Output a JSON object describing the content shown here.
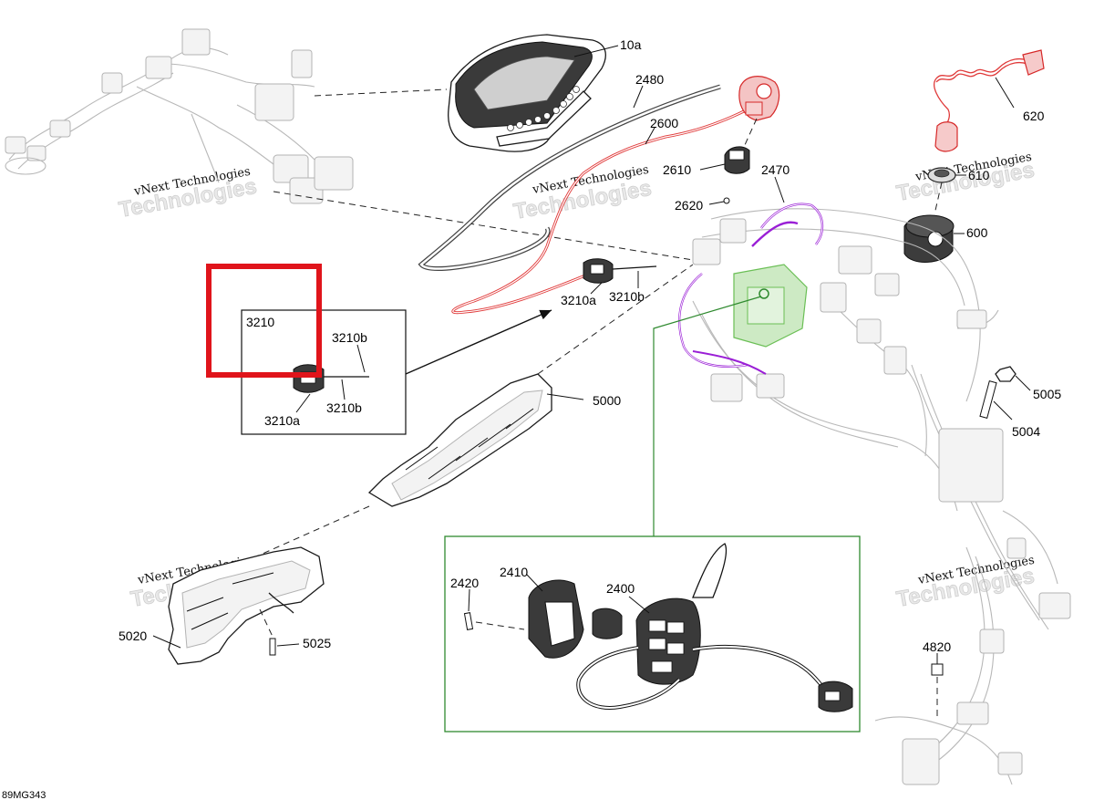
{
  "diagram_id": "89MG343",
  "watermark": {
    "line1": "vNext Technologies",
    "line2": "Technologies"
  },
  "callouts": {
    "c10a": "10a",
    "c2480": "2480",
    "c2600": "2600",
    "c620": "620",
    "c2610": "2610",
    "c2470": "2470",
    "c610": "610",
    "c2620": "2620",
    "c600": "600",
    "c3210a_main": "3210a",
    "c3210b_main": "3210b",
    "c3210": "3210",
    "c3210b_detail_top": "3210b",
    "c3210a_detail": "3210a",
    "c3210b_detail_bottom": "3210b",
    "c5000": "5000",
    "c5005": "5005",
    "c5004": "5004",
    "c2420": "2420",
    "c2410": "2410",
    "c2400": "2400",
    "c5020": "5020",
    "c5025": "5025",
    "c4820": "4820"
  },
  "colors": {
    "highlight_box": "#e0141b",
    "red_part": "#e03a3a",
    "purple_part": "#9a1fd6",
    "green_part": "#6abf55",
    "green_frame": "#2f8a2f",
    "black": "#000000"
  }
}
